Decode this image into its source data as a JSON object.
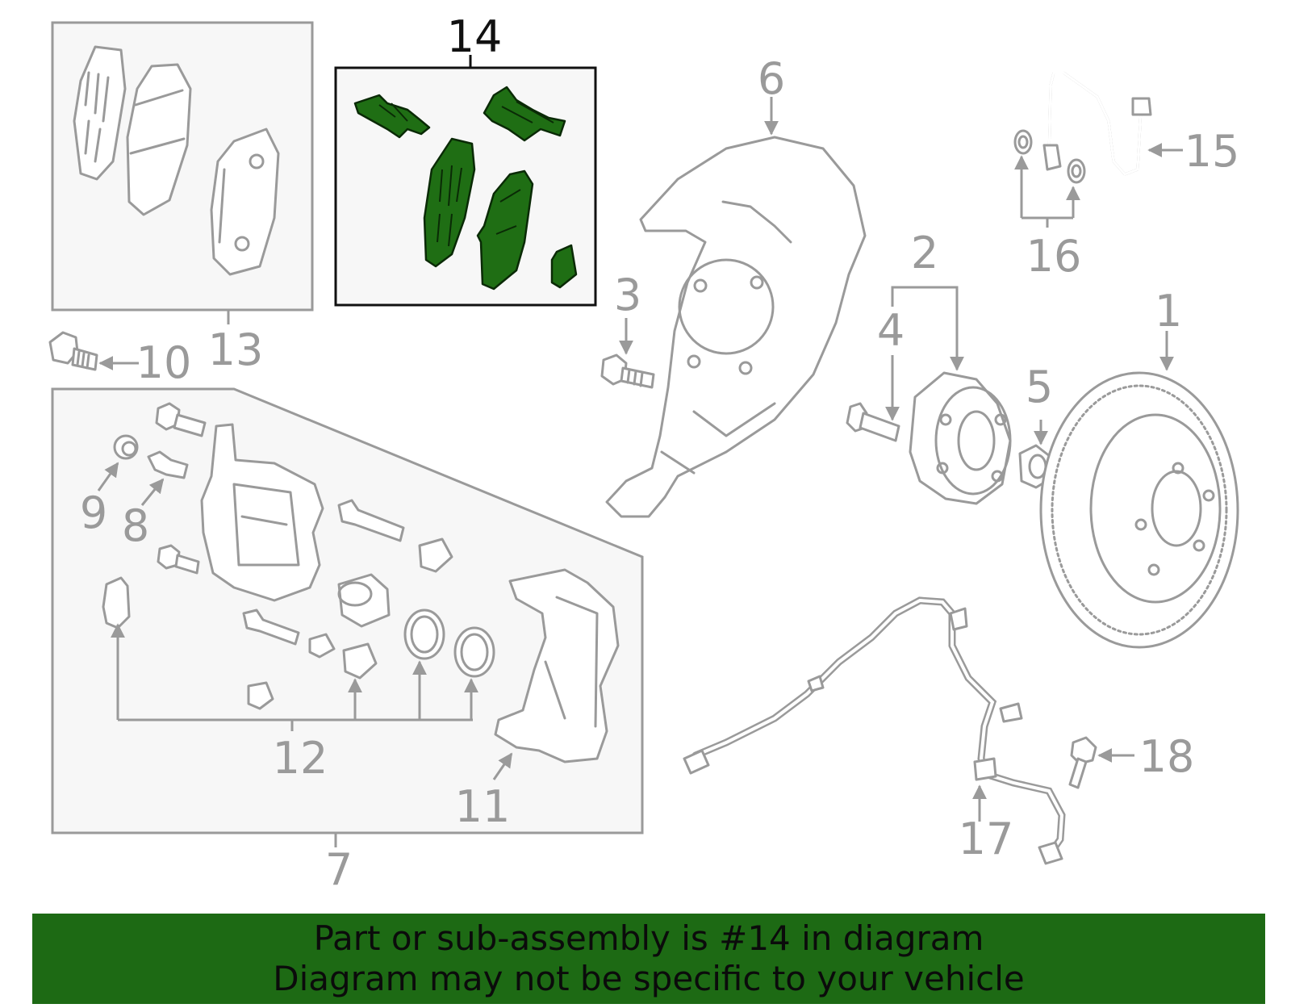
{
  "callouts": {
    "c1": "1",
    "c2": "2",
    "c3": "3",
    "c4": "4",
    "c5": "5",
    "c6": "6",
    "c7": "7",
    "c8": "8",
    "c9": "9",
    "c10": "10",
    "c11": "11",
    "c12": "12",
    "c13": "13",
    "c14": "14",
    "c15": "15",
    "c16": "16",
    "c17": "17",
    "c18": "18"
  },
  "highlight_color": "#1f6e14",
  "banner": {
    "line1": "Part or sub-assembly is #14 in diagram",
    "line2": "Diagram may not be specific to your vehicle"
  }
}
